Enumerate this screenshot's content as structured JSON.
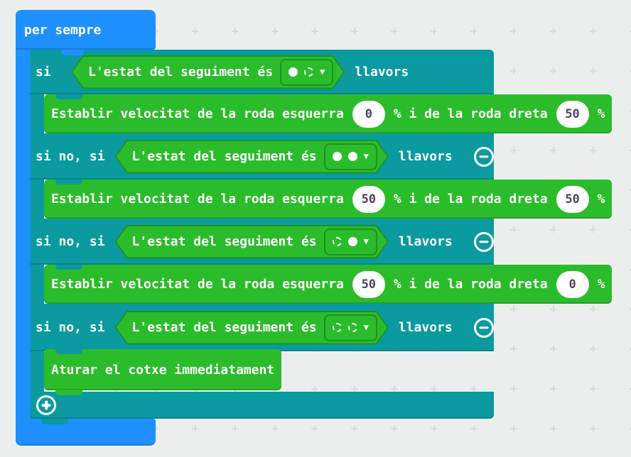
{
  "workspace": {
    "grid_mark": "+"
  },
  "colors": {
    "blue": "#1e90ff",
    "teal": "#0b9aa0",
    "green": "#2bbc2b",
    "green-dark": "#1f9320",
    "pill-text": "#4a4660",
    "bg": "#eceeee",
    "grid": "#d6dbdb"
  },
  "forever_block": {
    "label": "per sempre"
  },
  "if_block": {
    "then_label": "llavors",
    "condition_label": "L'estat del seguiment és",
    "dropdown_arrow_icon": "▼",
    "branches": [
      {
        "keyword": "si",
        "sensor_left": "filled",
        "sensor_right": "empty"
      },
      {
        "keyword": "si no, si",
        "sensor_left": "filled",
        "sensor_right": "filled"
      },
      {
        "keyword": "si no, si",
        "sensor_left": "empty",
        "sensor_right": "filled"
      },
      {
        "keyword": "si no, si",
        "sensor_left": "empty",
        "sensor_right": "empty"
      }
    ]
  },
  "speed_blocks": {
    "prefix": "Establir velocitat de la roda esquerra",
    "middle": "% i de la roda dreta",
    "suffix": "%",
    "rows": [
      {
        "left": "0",
        "right": "50"
      },
      {
        "left": "50",
        "right": "50"
      },
      {
        "left": "50",
        "right": "0"
      }
    ]
  },
  "stop_block": {
    "label": "Aturar el cotxe immediatament"
  }
}
